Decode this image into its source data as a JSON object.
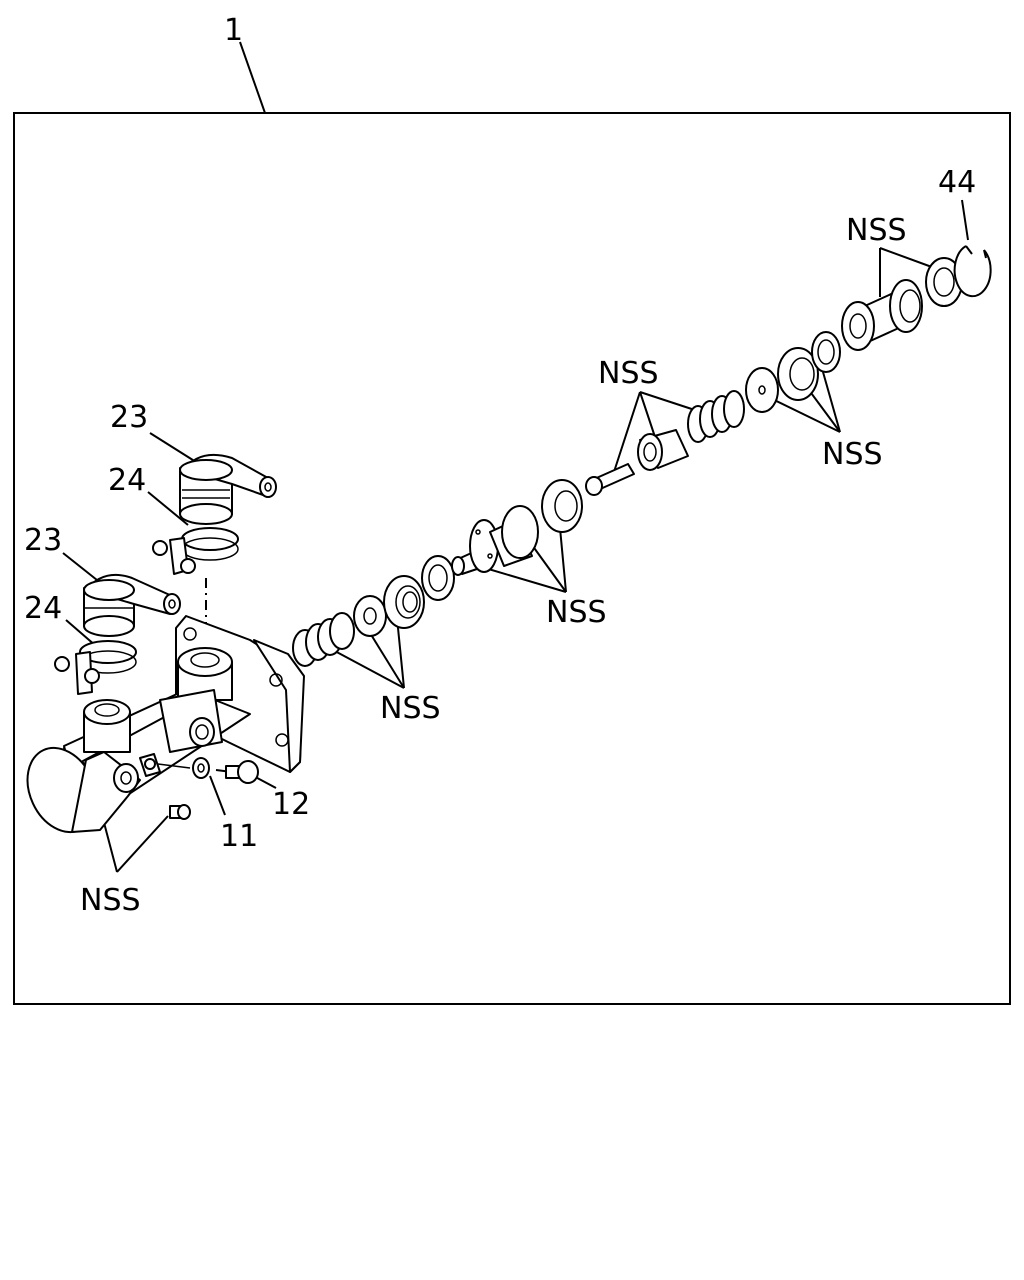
{
  "callouts": {
    "assembly": "1",
    "hose_upper": "23",
    "clamp_upper": "24",
    "hose_lower": "23",
    "clamp_lower": "24",
    "washer": "11",
    "bolt": "12",
    "snap_ring": "44",
    "nss_body": "NSS",
    "nss_spring_seal": "NSS",
    "nss_piston": "NSS",
    "nss_valve": "NSS",
    "nss_rear_seal": "NSS",
    "nss_rear_piston": "NSS"
  }
}
